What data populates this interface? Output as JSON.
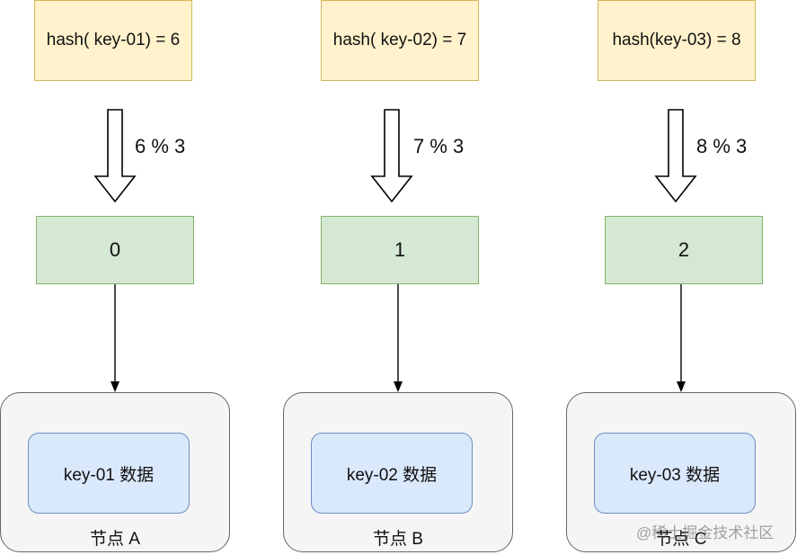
{
  "columns": [
    {
      "hash_label": "hash( key-01) = 6",
      "mod_label": "6 % 3",
      "index_label": "0",
      "data_label": "key-01 数据",
      "node_label": "节点 A"
    },
    {
      "hash_label": "hash( key-02) = 7",
      "mod_label": "7 % 3",
      "index_label": "1",
      "data_label": "key-02 数据",
      "node_label": "节点 B"
    },
    {
      "hash_label": "hash(key-03) = 8",
      "mod_label": "8 % 3",
      "index_label": "2",
      "data_label": "key-03 数据",
      "node_label": "节点 C"
    }
  ],
  "watermark": "@稀土掘金技术社区",
  "colors": {
    "hash_fill": "#fff2cc",
    "hash_stroke": "#d6b656",
    "index_fill": "#d5e8d4",
    "index_stroke": "#82b366",
    "node_fill": "#f5f5f5",
    "node_stroke": "#666666",
    "data_fill": "#dae8fc",
    "data_stroke": "#6c8ebf"
  }
}
